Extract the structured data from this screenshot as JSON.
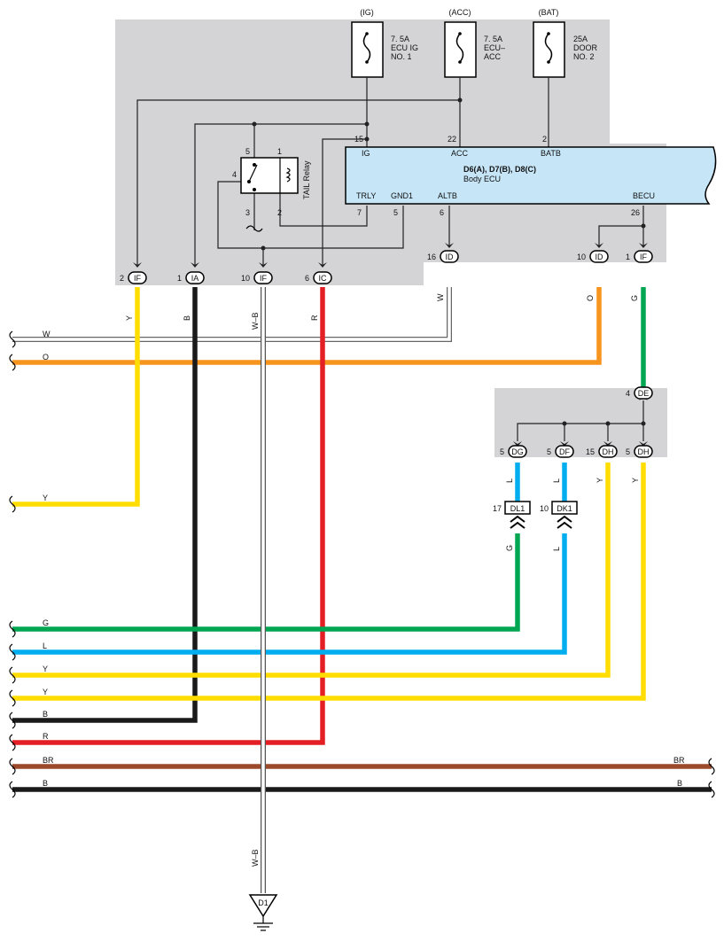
{
  "fuses": [
    {
      "tag": "(IG)",
      "lines": [
        "7. 5A",
        "ECU IG",
        "NO. 1"
      ]
    },
    {
      "tag": "(ACC)",
      "lines": [
        "7. 5A",
        "ECU–",
        "ACC"
      ]
    },
    {
      "tag": "(BAT)",
      "lines": [
        "25A",
        "DOOR",
        "NO. 2"
      ]
    }
  ],
  "ecu": {
    "title": "D6(A), D7(B), D8(C)",
    "subtitle": "Body ECU",
    "top_pins": [
      {
        "num": "15",
        "name": "IG"
      },
      {
        "num": "22",
        "name": "ACC"
      },
      {
        "num": "2",
        "name": "BATB"
      }
    ],
    "bottom_pins": [
      {
        "num": "7",
        "name": "TRLY"
      },
      {
        "num": "5",
        "name": "GND1"
      },
      {
        "num": "6",
        "name": "ALTB"
      },
      {
        "num": "26",
        "name": "BECU"
      }
    ]
  },
  "relay": {
    "name": "TAIL Relay",
    "pins": [
      "5",
      "1",
      "4",
      "3",
      "2"
    ]
  },
  "connectors": {
    "c1": {
      "pin": "2",
      "id": "IF"
    },
    "c2": {
      "pin": "1",
      "id": "IA"
    },
    "c3": {
      "pin": "10",
      "id": "IF"
    },
    "c4": {
      "pin": "6",
      "id": "IC"
    },
    "c5": {
      "pin": "16",
      "id": "ID"
    },
    "c6": {
      "pin": "10",
      "id": "ID"
    },
    "c7": {
      "pin": "1",
      "id": "IF"
    },
    "de": {
      "pin": "4",
      "id": "DE"
    },
    "dg": {
      "pin": "5",
      "id": "DG"
    },
    "df": {
      "pin": "5",
      "id": "DF"
    },
    "dh1": {
      "pin": "15",
      "id": "DH"
    },
    "dh2": {
      "pin": "5",
      "id": "DH"
    },
    "dl1": {
      "pin": "17",
      "id": "DL1"
    },
    "dk1": {
      "pin": "10",
      "id": "DK1"
    },
    "ground": "D1"
  },
  "wire_labels": {
    "y_drop": "Y",
    "b_drop": "B",
    "wb_drop": "W–B",
    "r_drop": "R",
    "w_drop": "W",
    "o_drop": "O",
    "g_drop": "G",
    "dg_l": "L",
    "df_l": "L",
    "dh1_y": "Y",
    "dh2_y": "Y",
    "dl1_g": "G",
    "dk1_l": "L",
    "wb_bottom": "W–B",
    "h_w": "W",
    "h_o": "O",
    "h_y": "Y",
    "h_g": "G",
    "h_l": "L",
    "h_y2": "Y",
    "h_y3": "Y",
    "h_b": "B",
    "h_r": "R",
    "h_br": "BR",
    "h_br_right": "BR",
    "h_b2": "B",
    "h_b2_right": "B"
  },
  "colors": {
    "panel": "#d4d4d6",
    "ecu": "#c6e6f8",
    "yellow": "#ffdd00",
    "black": "#1a1a1a",
    "red": "#e31e24",
    "orange": "#f7941d",
    "green": "#00a651",
    "blue": "#00aeef",
    "brown": "#9c4a2a",
    "white": "#ffffff"
  }
}
